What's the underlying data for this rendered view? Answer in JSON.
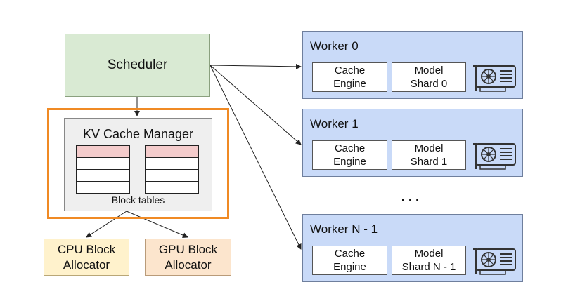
{
  "scheduler": {
    "label": "Scheduler"
  },
  "kv_cache_manager": {
    "title": "KV Cache Manager",
    "subtitle": "Block tables"
  },
  "allocators": {
    "cpu": [
      "CPU Block",
      "Allocator"
    ],
    "gpu": [
      "GPU Block",
      "Allocator"
    ]
  },
  "workers": [
    {
      "title": "Worker 0",
      "cache": [
        "Cache",
        "Engine"
      ],
      "shard": [
        "Model",
        "Shard 0"
      ]
    },
    {
      "title": "Worker 1",
      "cache": [
        "Cache",
        "Engine"
      ],
      "shard": [
        "Model",
        "Shard 1"
      ]
    },
    {
      "title": "Worker N - 1",
      "cache": [
        "Cache",
        "Engine"
      ],
      "shard": [
        "Model",
        "Shard N - 1"
      ]
    }
  ],
  "ellipsis": "...",
  "colors": {
    "scheduler": "#d9ead3",
    "highlight": "#f08a24",
    "worker": "#c9daf8",
    "cpu_alloc": "#fff2cc",
    "gpu_alloc": "#fce5cd",
    "table_header": "#f4cccc"
  },
  "icons": [
    "gpu-card-icon"
  ]
}
